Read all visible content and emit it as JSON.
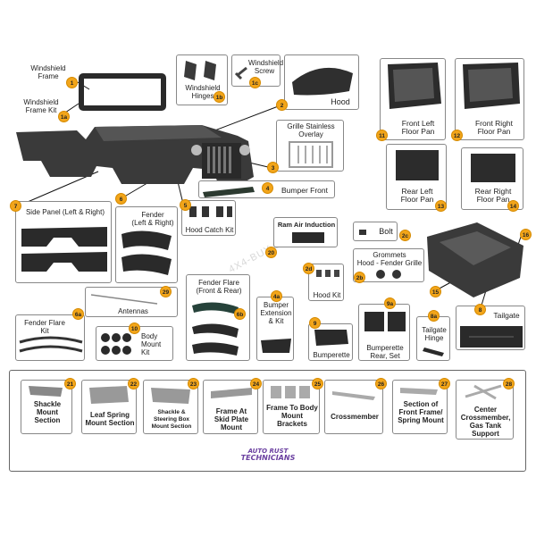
{
  "parts": {
    "windshield_frame": {
      "num": "1",
      "label": "Windshield\nFrame"
    },
    "windshield_frame_kit": {
      "num": "1a",
      "label": "Windshield\nFrame Kit"
    },
    "windshield_hinges": {
      "num": "1b",
      "label": "Windshield\nHinges"
    },
    "windshield_screw": {
      "num": "1c",
      "label": "Windshield\nScrew"
    },
    "hood": {
      "num": "2",
      "label": "Hood"
    },
    "grille_overlay": {
      "num": "3",
      "label": "Grille Stainless\nOverlay"
    },
    "bumper_front": {
      "num": "4",
      "label": "Bumper Front"
    },
    "hood_catch_kit": {
      "num": "5",
      "label": "Hood Catch Kit"
    },
    "fender": {
      "num": "6",
      "label": "Fender\n(Left & Right)"
    },
    "side_panel": {
      "num": "7",
      "label": "Side Panel (Left & Right)"
    },
    "tailgate": {
      "num": "8",
      "label": "Tailgate"
    },
    "bumperette": {
      "num": "9",
      "label": "Bumperette"
    },
    "body_mount_kit": {
      "num": "10",
      "label": "Body\nMount\nKit"
    },
    "front_left_floor_pan": {
      "num": "11",
      "label": "Front Left\nFloor Pan"
    },
    "front_right_floor_pan": {
      "num": "12",
      "label": "Front Right\nFloor Pan"
    },
    "rear_left_floor_pan": {
      "num": "13",
      "label": "Rear Left\nFloor Pan"
    },
    "rear_right_floor_pan": {
      "num": "14",
      "label": "Rear Right\nFloor Pan"
    },
    "tub_15": {
      "num": "15"
    },
    "tub_16": {
      "num": "16"
    },
    "ram_air_induction": {
      "num": "20",
      "label": "Ram Air Induction"
    },
    "bolt": {
      "num": "2c",
      "label": "Bolt"
    },
    "grommets": {
      "num": "2b",
      "label": "Grommets\nHood - Fender Grille"
    },
    "hood_kit": {
      "num": "2d",
      "label": "Hood Kit"
    },
    "fender_flare": {
      "num": "6b",
      "label": "Fender Flare\n(Front & Rear)"
    },
    "fender_flare_kit": {
      "num": "6a",
      "label": "Fender Flare\nKit"
    },
    "antennas": {
      "num": "29",
      "label": "Antennas"
    },
    "bumper_extension": {
      "num": "4a",
      "label": "Bumper\nExtension\n& Kit"
    },
    "bumperette_rear": {
      "num": "9a",
      "label": "Bumperette\nRear, Set"
    },
    "tailgate_hinge": {
      "num": "8a",
      "label": "Tailgate\nHinge"
    },
    "shackle_mount": {
      "num": "21",
      "label": "Shackle\nMount\nSection"
    },
    "leaf_spring_mount": {
      "num": "22",
      "label": "Leaf Spring\nMount Section"
    },
    "shackle_steering_box": {
      "num": "23",
      "label": "Shackle &\nSteering Box\nMount Section"
    },
    "frame_skid_plate": {
      "num": "24",
      "label": "Frame At\nSkid Plate\nMount"
    },
    "frame_body_mount": {
      "num": "25",
      "label": "Frame To Body\nMount\nBrackets"
    },
    "crossmember": {
      "num": "26",
      "label": "Crossmember"
    },
    "front_frame_section": {
      "num": "27",
      "label": "Section of\nFront Frame/\nSpring Mount"
    },
    "center_crossmember": {
      "num": "28",
      "label": "Center\nCrossmember,\nGas Tank\nSupport"
    }
  },
  "logo": {
    "line1": "AUTO RUST",
    "line2": "TECHNICIANS"
  },
  "watermark": "4X4-BUY.COM",
  "colors": {
    "badge": "#f2a51a",
    "logo": "#6a3fa0",
    "part_dark": "#2a2a2a",
    "part_mid": "#555555"
  }
}
